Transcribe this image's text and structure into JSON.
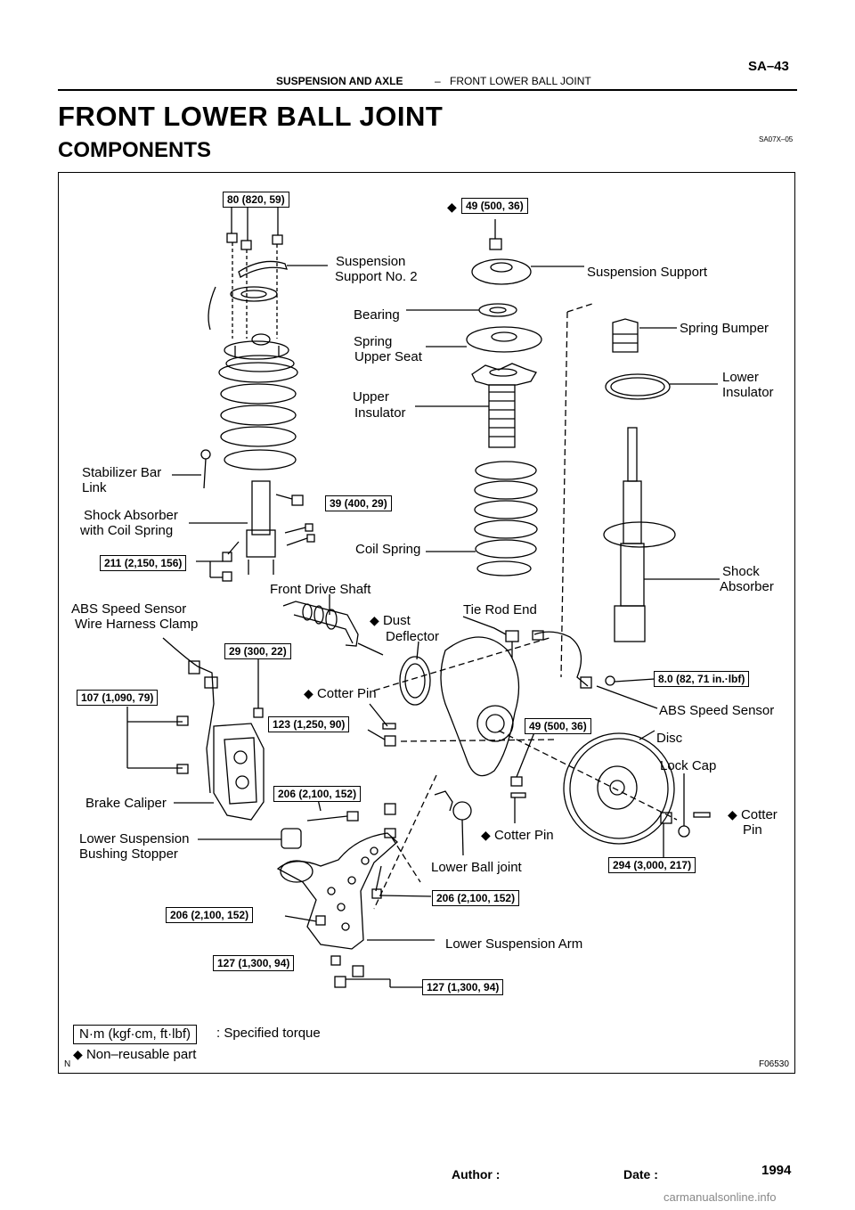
{
  "header": {
    "section": "SUSPENSION AND AXLE",
    "dash": "–",
    "subsection": "FRONT LOWER BALL JOINT",
    "page": "SA–43"
  },
  "title": "FRONT LOWER BALL JOINT",
  "subtitle": "COMPONENTS",
  "doc_code": "SA07X–05",
  "figure": {
    "labels": {
      "suspension_support_no2_a": "Suspension",
      "suspension_support_no2_b": "Support No. 2",
      "suspension_support": "Suspension Support",
      "bearing": "Bearing",
      "spring_upper_seat_a": "Spring",
      "spring_upper_seat_b": "Upper Seat",
      "spring_bumper": "Spring Bumper",
      "lower_insulator_a": "Lower",
      "lower_insulator_b": "Insulator",
      "upper_insulator_a": "Upper",
      "upper_insulator_b": "Insulator",
      "stabilizer_link_a": "Stabilizer Bar",
      "stabilizer_link_b": "Link",
      "shock_coil_a": "Shock Absorber",
      "shock_coil_b": "with Coil Spring",
      "coil_spring": "Coil Spring",
      "shock_absorber_a": "Shock",
      "shock_absorber_b": "Absorber",
      "front_drive_shaft": "Front Drive Shaft",
      "abs_clamp_a": "ABS Speed Sensor",
      "abs_clamp_b": "Wire Harness Clamp",
      "dust_deflector_a": "Dust",
      "dust_deflector_b": "Deflector",
      "tie_rod_end": "Tie Rod End",
      "cotter_pin_1": "Cotter Pin",
      "abs_speed_sensor": "ABS Speed Sensor",
      "disc": "Disc",
      "lock_cap": "Lock Cap",
      "cotter_pin_3_a": "Cotter",
      "cotter_pin_3_b": "Pin",
      "brake_caliper": "Brake Caliper",
      "cotter_pin_2": "Cotter Pin",
      "lower_bushing_stopper_a": "Lower Suspension",
      "lower_bushing_stopper_b": "Bushing Stopper",
      "lower_ball_joint": "Lower Ball joint",
      "lower_suspension_arm": "Lower Suspension Arm"
    },
    "torques": {
      "t_80": "80 (820, 59)",
      "t_49_top": "49 (500, 36)",
      "t_39": "39 (400, 29)",
      "t_211": "211 (2,150, 156)",
      "t_29": "29 (300, 22)",
      "t_107": "107 (1,090, 79)",
      "t_123": "123 (1,250, 90)",
      "t_8": "8.0 (82, 71 in.·lbf)",
      "t_49_mid": "49 (500, 36)",
      "t_206_a": "206 (2,100, 152)",
      "t_294": "294 (3,000, 217)",
      "t_206_b": "206 (2,100, 152)",
      "t_206_c": "206 (2,100, 152)",
      "t_127_a": "127 (1,300, 94)",
      "t_127_b": "127 (1,300, 94)"
    },
    "legend": {
      "unit_box": "N·m (kgf·cm, ft·lbf)",
      "unit_text": ": Specified torque",
      "nonreusable": "Non–reusable part"
    },
    "diamond": "◆",
    "corner_mark": "N",
    "figure_code": "F06530"
  },
  "footer": {
    "author": "Author :",
    "date": "Date :",
    "year": "1994"
  },
  "watermark": "carmanualsonline.info"
}
